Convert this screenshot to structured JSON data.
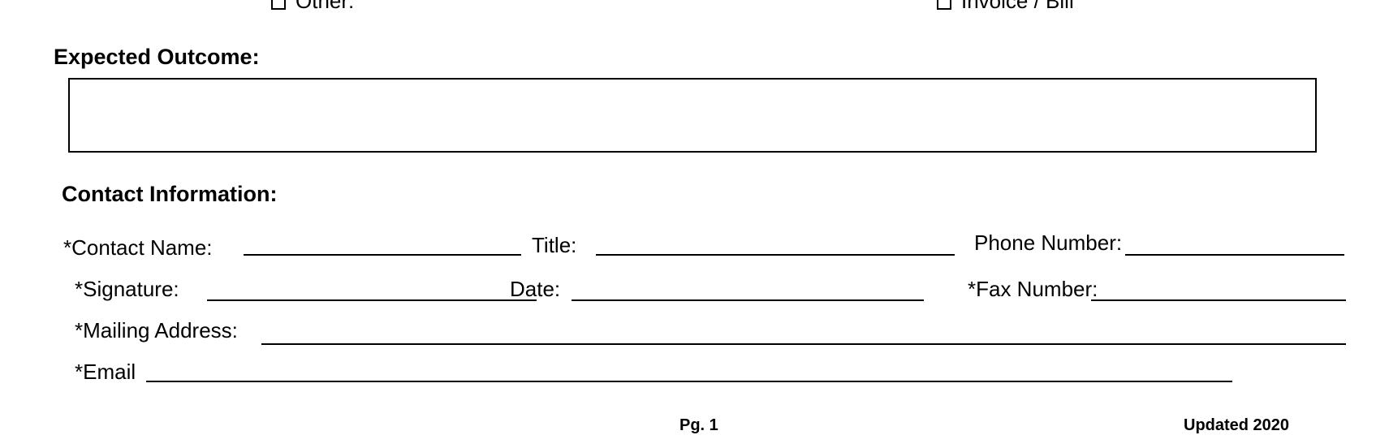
{
  "top_options": {
    "other_label": "Other:",
    "invoice_label": "Invoice / Bill"
  },
  "expected_outcome": {
    "heading": "Expected Outcome:",
    "value": ""
  },
  "contact": {
    "heading": "Contact Information:",
    "contact_name_label": "*Contact Name:",
    "title_label": "Title:",
    "phone_label": "Phone Number:",
    "signature_label": "*Signature:",
    "date_label": "Date:",
    "fax_label": "*Fax Number:",
    "mailing_label": "*Mailing Address:",
    "email_label": "*Email"
  },
  "footer": {
    "page": "Pg. 1",
    "updated": "Updated 2020"
  }
}
